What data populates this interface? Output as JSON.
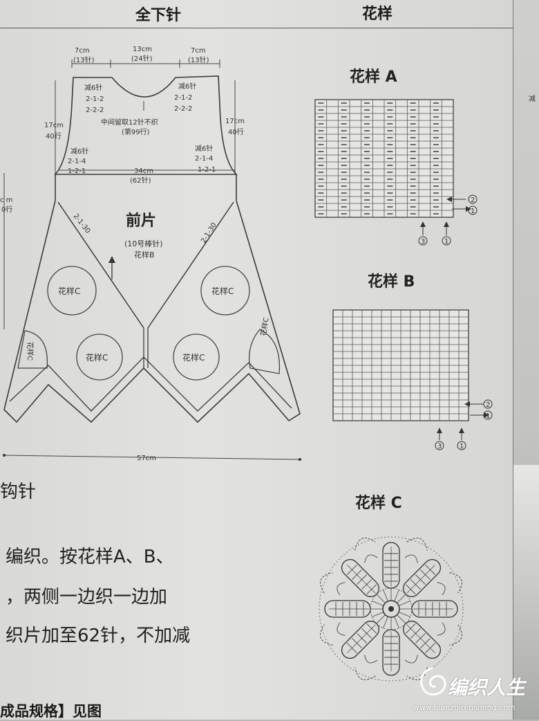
{
  "header": {
    "left_title": "全下针",
    "right_title": "花样"
  },
  "diagram": {
    "shoulder_left": {
      "cm": "7cm",
      "rows": "(13针)"
    },
    "neck": {
      "cm": "13cm",
      "rows": "(24针)"
    },
    "shoulder_right": {
      "cm": "7cm",
      "rows": "(13针)"
    },
    "neck_dec_left": [
      "减6针",
      "2-1-2",
      "2-2-2"
    ],
    "neck_dec_right": [
      "减6针",
      "2-1-2",
      "2-2-2"
    ],
    "neck_center": [
      "中间留取12针不织",
      "(第99行)"
    ],
    "armhole_left": [
      "减6针",
      "2-1-4",
      "1-2-1"
    ],
    "armhole_right": [
      "减6针",
      "2-1-4",
      "1-2-1"
    ],
    "side_left": {
      "cm": "17cm",
      "rows": "40行"
    },
    "side_right": {
      "cm": "17cm",
      "rows": "40行"
    },
    "chest": {
      "cm": "34cm",
      "rows": "(62针)"
    },
    "piece_name": "前片",
    "needle": "(10号棒针)",
    "pattern_ref": "花样B",
    "diag_left": "2-1-30",
    "diag_right": "2-1-30",
    "motif_label": "花样C",
    "bottom_width": "57cm",
    "left_edge_cm": "c m",
    "left_edge_rows": "0行"
  },
  "patterns": {
    "a_title": "花样 A",
    "b_title": "花样 B",
    "c_title": "花样 C",
    "arrow_labels": [
      "2",
      "1",
      "3",
      "1"
    ]
  },
  "text": {
    "hook_label": "钩针",
    "lines": [
      "编织。按花样A、B、",
      "，两侧一边织一边加",
      "织片加至62针，不加减"
    ],
    "footer": "成品规格】见图"
  },
  "watermark": {
    "brand": "编织人生",
    "url": "www.bianzhirensheng.com"
  },
  "strip_text": "减"
}
